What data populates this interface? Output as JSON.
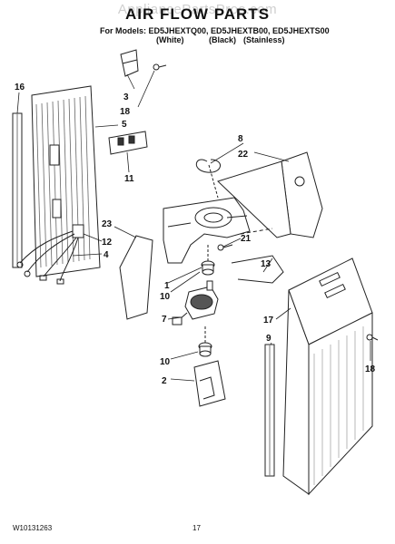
{
  "header": {
    "watermark": "AppliancePartsPros.com",
    "title": "AIR FLOW PARTS",
    "models_line": "For Models: ED5JHEXTQ00, ED5JHEXTB00, ED5JHEXTS00",
    "variants": [
      "(White)",
      "(Black)",
      "(Stainless)"
    ]
  },
  "callouts": {
    "c1": "1",
    "c2": "2",
    "c3": "3",
    "c4": "4",
    "c5": "5",
    "c7": "7",
    "c8": "8",
    "c9": "9",
    "c10a": "10",
    "c10b": "10",
    "c11": "11",
    "c12": "12",
    "c13": "13",
    "c16": "16",
    "c17": "17",
    "c18a": "18",
    "c18b": "18",
    "c21": "21",
    "c22": "22",
    "c23": "23"
  },
  "footer": {
    "doc_number": "W10131263",
    "page_number": "17"
  }
}
